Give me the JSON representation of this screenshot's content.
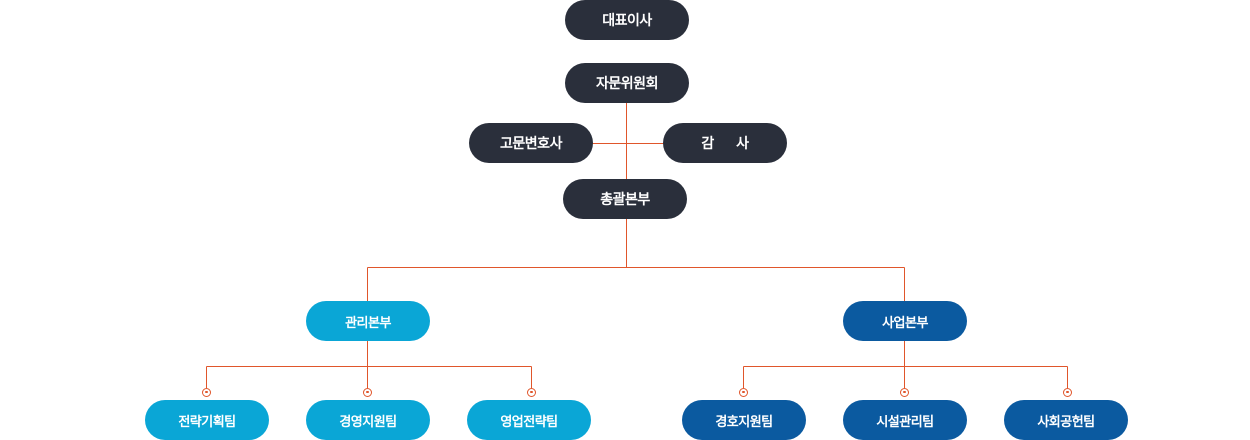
{
  "org_chart": {
    "ceo": "대표이사",
    "advisory_committee": "자문위원회",
    "legal_advisor": "고문변호사",
    "auditor": "감 사",
    "general_headquarters": "총괄본부",
    "management_division": {
      "name": "관리본부",
      "teams": [
        "전략기획팀",
        "경영지원팀",
        "영업전략팀"
      ]
    },
    "business_division": {
      "name": "사업본부",
      "teams": [
        "경호지원팀",
        "시설관리팀",
        "사회공헌팀"
      ]
    }
  },
  "colors": {
    "executive": "#2a2f3b",
    "management": "#0aa6d6",
    "business": "#0b5aa0",
    "connector": "#e0562b"
  }
}
